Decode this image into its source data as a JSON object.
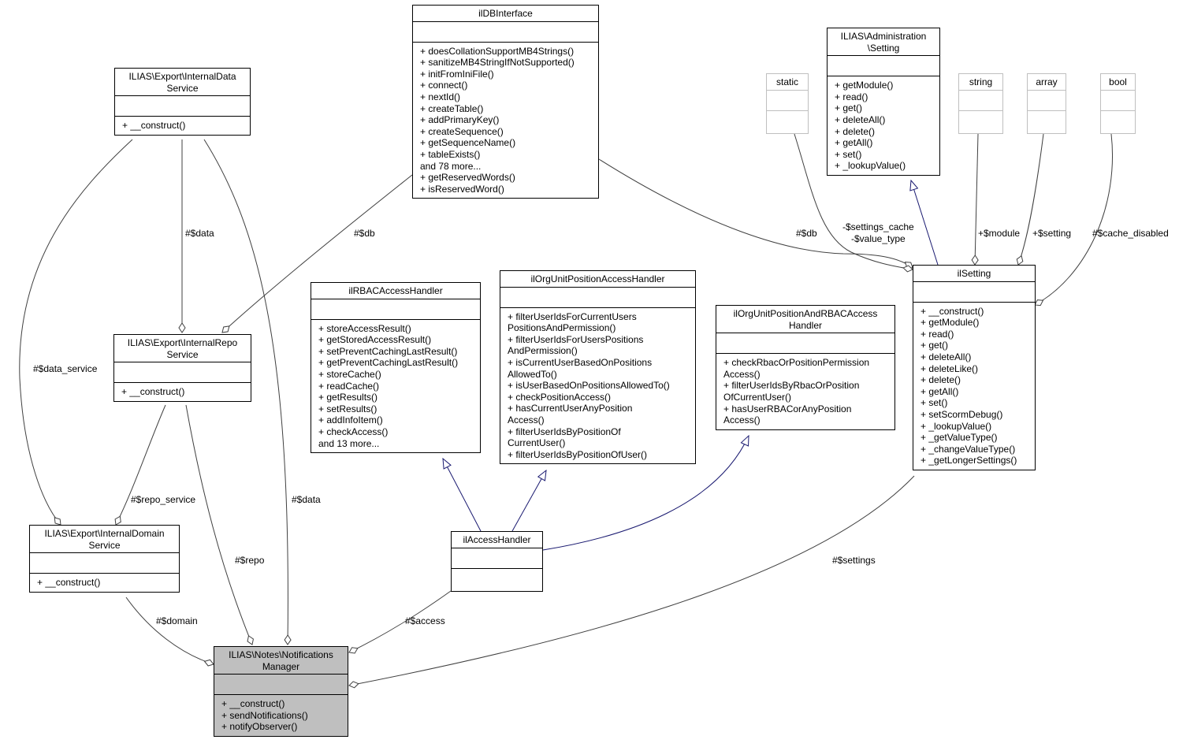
{
  "classes": {
    "notifications_manager": {
      "title": "ILIAS\\Notes\\Notifications\nManager",
      "methods": [
        "+ __construct()",
        "+ sendNotifications()",
        "+ notifyObserver()"
      ]
    },
    "internal_domain_service": {
      "title": "ILIAS\\Export\\InternalDomain\nService",
      "methods": [
        "+ __construct()"
      ]
    },
    "internal_repo_service": {
      "title": "ILIAS\\Export\\InternalRepo\nService",
      "methods": [
        "+ __construct()"
      ]
    },
    "internal_data_service": {
      "title": "ILIAS\\Export\\InternalData\nService",
      "methods": [
        "+ __construct()"
      ]
    },
    "il_db_interface": {
      "title": "ilDBInterface",
      "methods": [
        "+ doesCollationSupportMB4Strings()",
        "+ sanitizeMB4StringIfNotSupported()",
        "+ initFromIniFile()",
        "+ connect()",
        "+ nextId()",
        "+ createTable()",
        "+ addPrimaryKey()",
        "+ createSequence()",
        "+ getSequenceName()",
        "+ tableExists()",
        "and 78 more...",
        "+ getReservedWords()",
        "+ isReservedWord()"
      ]
    },
    "il_rbac_access_handler": {
      "title": "ilRBACAccessHandler",
      "methods": [
        "+ storeAccessResult()",
        "+ getStoredAccessResult()",
        "+ setPreventCachingLastResult()",
        "+ getPreventCachingLastResult()",
        "+ storeCache()",
        "+ readCache()",
        "+ getResults()",
        "+ setResults()",
        "+ addInfoItem()",
        "+ checkAccess()",
        "and 13 more..."
      ]
    },
    "il_org_unit_position_access_handler": {
      "title": "ilOrgUnitPositionAccessHandler",
      "methods": [
        "+ filterUserIdsForCurrentUsers\nPositionsAndPermission()",
        "+ filterUserIdsForUsersPositions\nAndPermission()",
        "+ isCurrentUserBasedOnPositions\nAllowedTo()",
        "+ isUserBasedOnPositionsAllowedTo()",
        "+ checkPositionAccess()",
        "+ hasCurrentUserAnyPosition\nAccess()",
        "+ filterUserIdsByPositionOf\nCurrentUser()",
        "+ filterUserIdsByPositionOfUser()"
      ]
    },
    "il_org_unit_position_and_rbac_access_handler": {
      "title": "ilOrgUnitPositionAndRBACAccess\nHandler",
      "methods": [
        "+ checkRbacOrPositionPermission\nAccess()",
        "+ filterUserIdsByRbacOrPosition\nOfCurrentUser()",
        "+ hasUserRBACorAnyPosition\nAccess()"
      ]
    },
    "il_access_handler": {
      "title": "ilAccessHandler",
      "methods": []
    },
    "admin_setting": {
      "title": "ILIAS\\Administration\n\\Setting",
      "methods": [
        "+ getModule()",
        "+ read()",
        "+ get()",
        "+ deleteAll()",
        "+ delete()",
        "+ getAll()",
        "+ set()",
        "+ _lookupValue()"
      ]
    },
    "il_setting": {
      "title": "ilSetting",
      "methods": [
        "+ __construct()",
        "+ getModule()",
        "+ read()",
        "+ get()",
        "+ deleteAll()",
        "+ deleteLike()",
        "+ delete()",
        "+ getAll()",
        "+ set()",
        "+ setScormDebug()",
        "+ _lookupValue()",
        "+ _getValueType()",
        "+ _changeValueType()",
        "+ _getLongerSettings()"
      ]
    },
    "static_type": {
      "title": "static",
      "methods": []
    },
    "string_type": {
      "title": "string",
      "methods": []
    },
    "array_type": {
      "title": "array",
      "methods": []
    },
    "bool_type": {
      "title": "bool",
      "methods": []
    }
  },
  "edge_labels": {
    "data_service": "#$data_service",
    "data_left": "#$data",
    "data_right": "#$data",
    "db_left": "#$db",
    "db_right": "#$db",
    "repo_service": "#$repo_service",
    "repo": "#$repo",
    "domain": "#$domain",
    "access": "#$access",
    "settings": "#$settings",
    "settings_cache": "-$settings_cache\n-$value_type",
    "module": "+$module",
    "setting": "+$setting",
    "cache_disabled": "#$cache_disabled"
  },
  "colors": {
    "focus_fill": "#bfbfbf",
    "inheritance_edge": "#191970",
    "association_edge": "#404040",
    "ghost_border": "#bfbfbf"
  }
}
